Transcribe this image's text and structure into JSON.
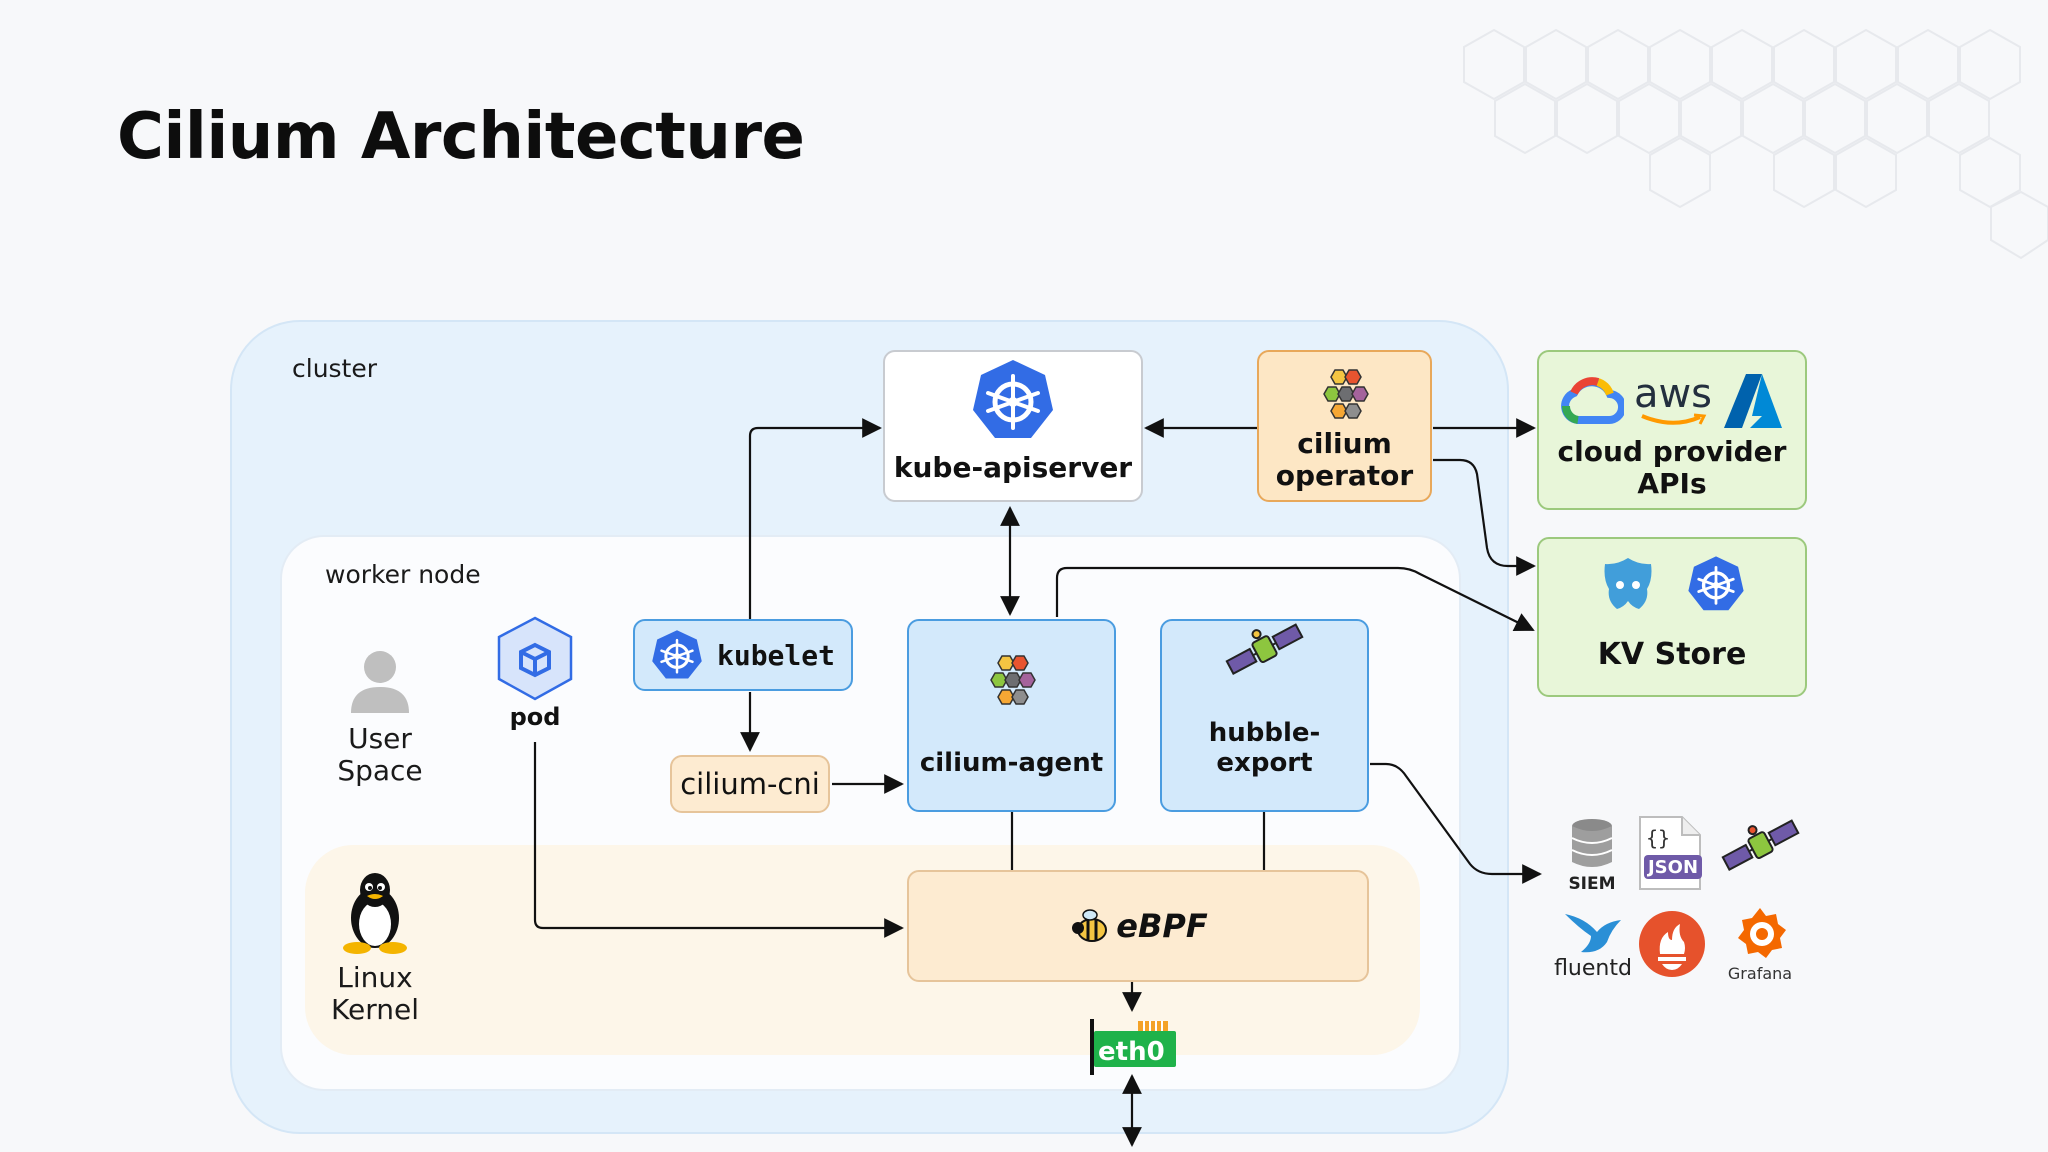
{
  "title": "Cilium Architecture",
  "regions": {
    "cluster": "cluster",
    "worker_node": "worker node"
  },
  "nodes": {
    "kube_apiserver": "kube-apiserver",
    "cilium_operator": "cilium\noperator",
    "cloud_provider": "cloud provider\nAPIs",
    "cloud_aws_logo": "aws",
    "kv_store": "KV Store",
    "kubelet": "kubelet",
    "cilium_cni": "cilium-cni",
    "cilium_agent": "cilium-agent",
    "hubble_export": "hubble-export",
    "ebpf": "eBPF",
    "eth0": "eth0",
    "pod": "pod",
    "user_space": "User\nSpace",
    "linux_kernel": "Linux\nKernel"
  },
  "exporters": {
    "siem": "SIEM",
    "json": "JSON",
    "fluentd": "fluentd",
    "grafana": "Grafana"
  },
  "colors": {
    "k8s_blue": "#326ce5",
    "cluster_bg": "#e6f2fc",
    "agent_bg": "#d3e9fb",
    "operator_bg": "#fde7c5",
    "external_bg": "#e8f6d9",
    "eth0_green": "#1fb24a"
  },
  "icons": [
    "kubernetes-icon",
    "cilium-hive-icon",
    "google-cloud-icon",
    "azure-icon",
    "etcd-icon",
    "pod-cube-icon",
    "user-icon",
    "tux-icon",
    "satellite-icon",
    "bee-icon",
    "database-icon",
    "json-file-icon",
    "fluentd-bird-icon",
    "prometheus-icon",
    "grafana-icon",
    "network-card-icon"
  ]
}
